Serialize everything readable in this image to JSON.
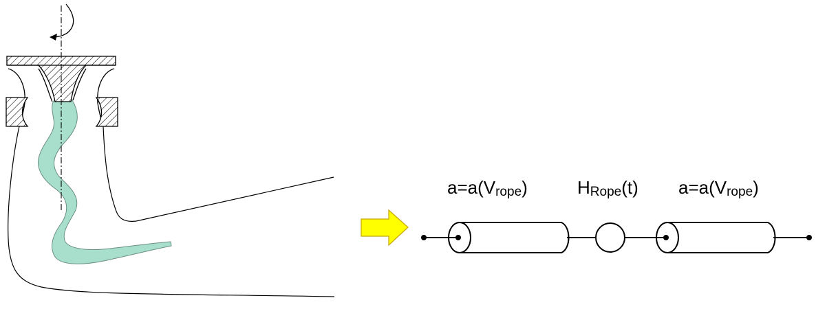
{
  "labels": {
    "left_wave_speed": {
      "main": "a=a(V",
      "sub": "rope",
      "tail": ")"
    },
    "rope_source": {
      "main": "H",
      "sub": "Rope",
      "tail": "(t)"
    },
    "right_wave_speed": {
      "main": "a=a(V",
      "sub": "rope",
      "tail": ")"
    }
  },
  "colors": {
    "vortex_rope": "#a8dfcc",
    "arrow_fill": "#ffff00",
    "arrow_stroke": "#c8a400",
    "line": "#000000"
  },
  "icons": {
    "rotation": "curved-arrow-icon",
    "transition": "yellow-block-arrow-icon"
  }
}
